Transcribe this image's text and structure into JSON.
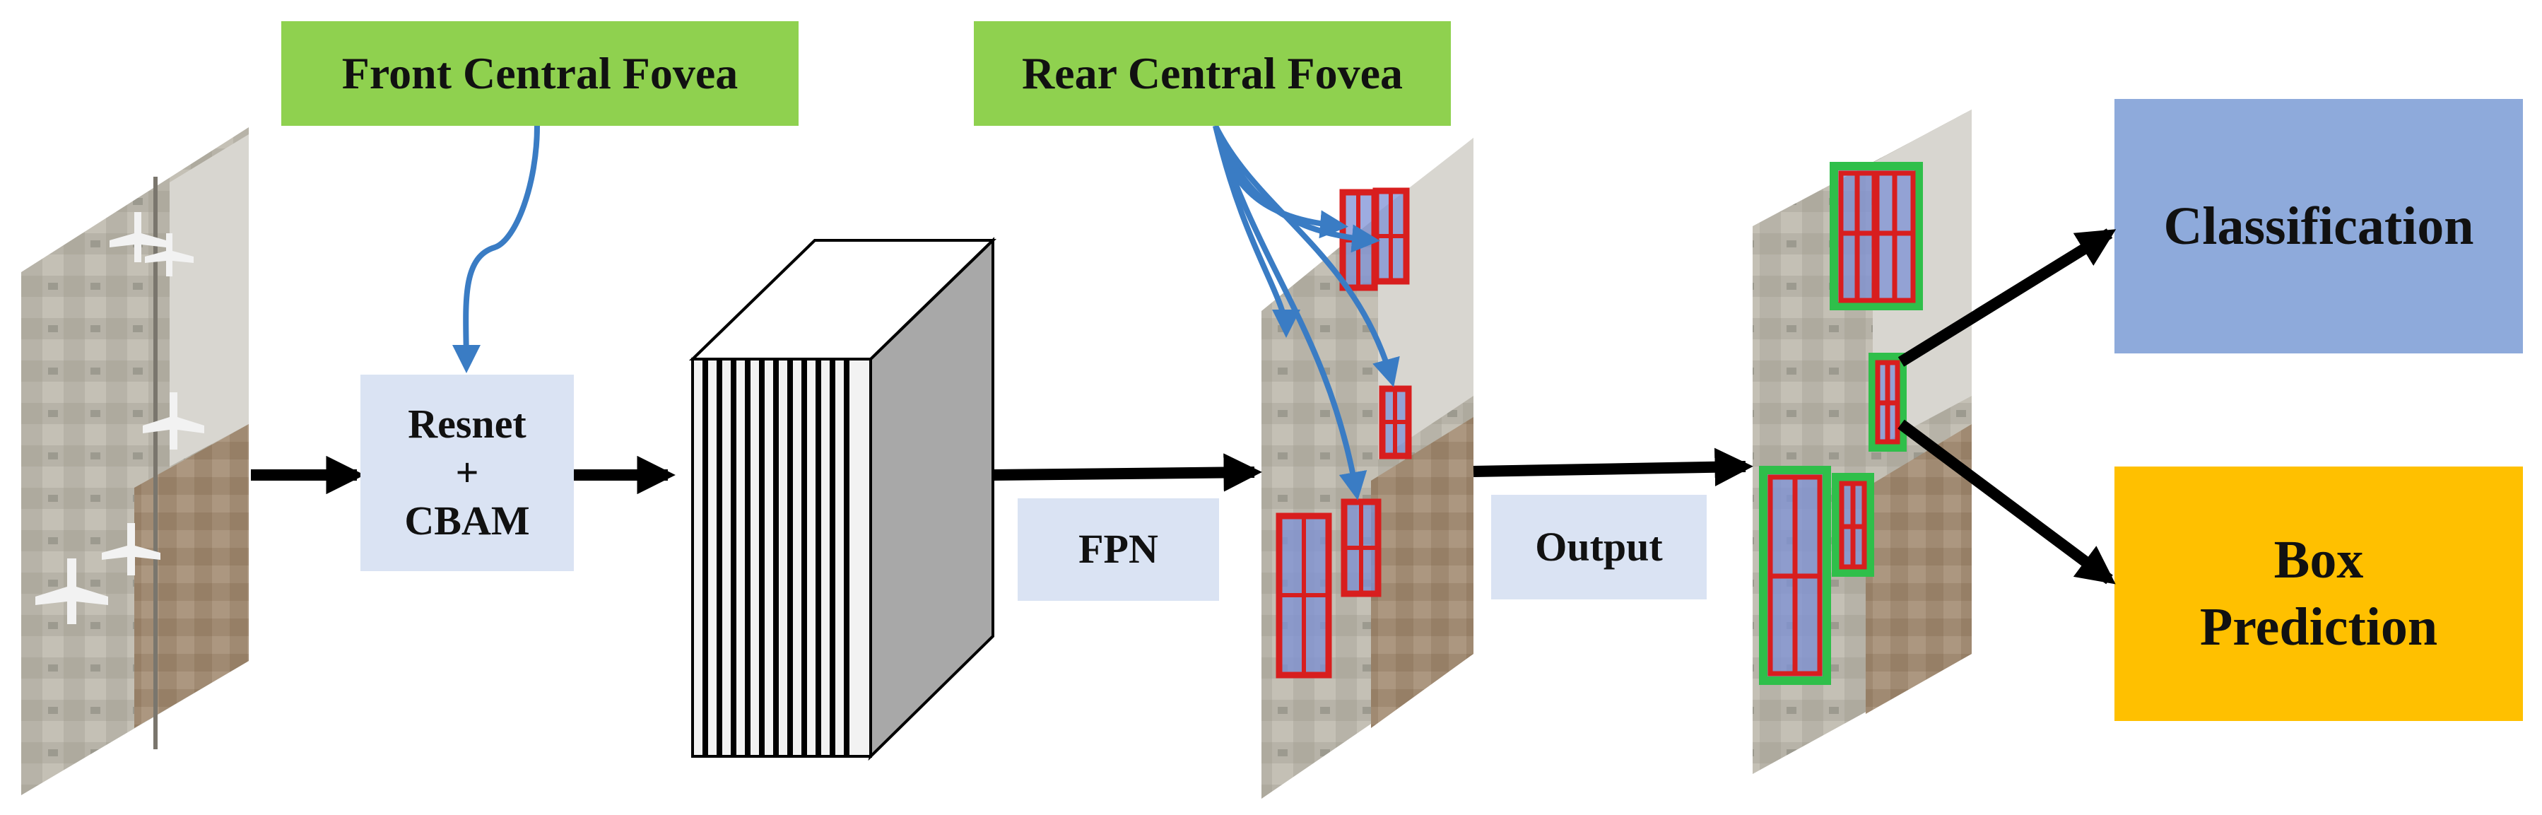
{
  "labels": {
    "front_fovea": "Front Central Fovea",
    "rear_fovea": "Rear Central Fovea",
    "backbone_line1": "Resnet",
    "backbone_line2": "+",
    "backbone_line3": "CBAM",
    "fpn": "FPN",
    "output": "Output",
    "classification": "Classification",
    "box_line1": "Box",
    "box_line2": "Prediction"
  },
  "colors": {
    "fovea_label_bg": "#8fd14f",
    "module_label_bg": "#dae3f3",
    "classification_bg": "#8eaadb",
    "box_prediction_bg": "#ffc000",
    "attention_arrow": "#3a7cc4",
    "flow_arrow": "#000000",
    "detection_box": "#d81e1e",
    "final_detection_box": "#2fbf4a"
  }
}
